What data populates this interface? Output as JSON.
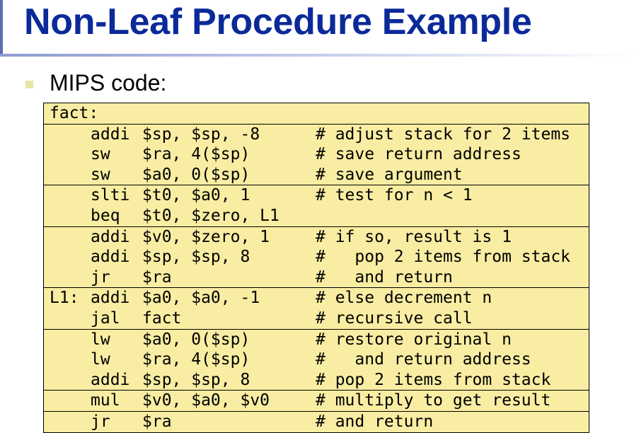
{
  "slide": {
    "title": "Non-Leaf Procedure Example",
    "bullet": "MIPS code:"
  },
  "code": {
    "groups": [
      [
        {
          "label": "fact:",
          "op": "",
          "args": "",
          "comment": ""
        }
      ],
      [
        {
          "label": "",
          "op": "addi",
          "args": "$sp, $sp, -8",
          "comment": "# adjust stack for 2 items"
        },
        {
          "label": "",
          "op": "sw",
          "args": "$ra, 4($sp)",
          "comment": "# save return address"
        },
        {
          "label": "",
          "op": "sw",
          "args": "$a0, 0($sp)",
          "comment": "# save argument"
        }
      ],
      [
        {
          "label": "",
          "op": "slti",
          "args": "$t0, $a0, 1",
          "comment": "# test for n < 1"
        },
        {
          "label": "",
          "op": "beq",
          "args": "$t0, $zero, L1",
          "comment": ""
        }
      ],
      [
        {
          "label": "",
          "op": "addi",
          "args": "$v0, $zero, 1",
          "comment": "# if so, result is 1"
        },
        {
          "label": "",
          "op": "addi",
          "args": "$sp, $sp, 8",
          "comment": "#   pop 2 items from stack"
        },
        {
          "label": "",
          "op": "jr",
          "args": "$ra",
          "comment": "#   and return"
        }
      ],
      [
        {
          "label": "L1:",
          "op": "addi",
          "args": "$a0, $a0, -1",
          "comment": "# else decrement n"
        },
        {
          "label": "",
          "op": "jal",
          "args": "fact",
          "comment": "# recursive call"
        }
      ],
      [
        {
          "label": "",
          "op": "lw",
          "args": "$a0, 0($sp)",
          "comment": "# restore original n"
        },
        {
          "label": "",
          "op": "lw",
          "args": "$ra, 4($sp)",
          "comment": "#   and return address"
        },
        {
          "label": "",
          "op": "addi",
          "args": "$sp, $sp, 8",
          "comment": "# pop 2 items from stack"
        }
      ],
      [
        {
          "label": "",
          "op": "mul",
          "args": "$v0, $a0, $v0",
          "comment": "# multiply to get result"
        }
      ],
      [
        {
          "label": "",
          "op": "jr",
          "args": "$ra",
          "comment": "# and return"
        }
      ]
    ]
  },
  "colors": {
    "title": "#0b2a9a",
    "code_background": "#f8eda2",
    "bullet": "#e9e3a6"
  }
}
